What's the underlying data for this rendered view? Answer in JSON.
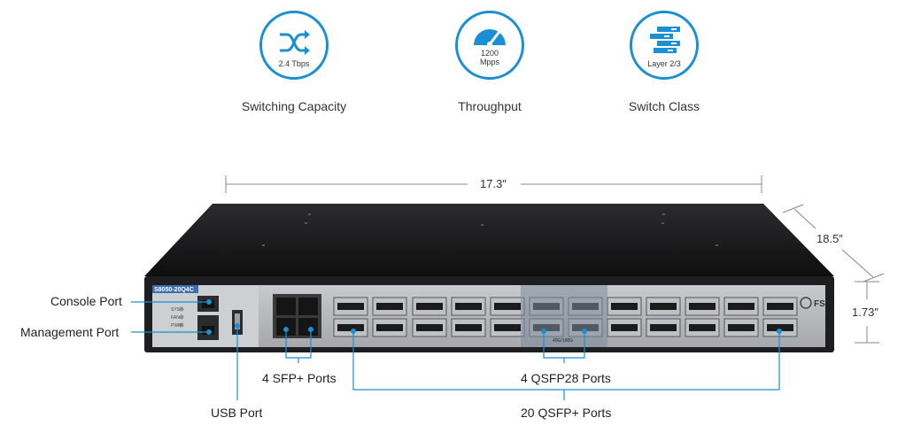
{
  "features": [
    {
      "stat": "2.4 Tbps",
      "label": "Switching Capacity",
      "icon": "shuffle-arrows-icon"
    },
    {
      "stat_line1": "1200",
      "stat_line2": "Mpps",
      "label": "Throughput",
      "icon": "speedometer-icon"
    },
    {
      "stat": "Layer 2/3",
      "label": "Switch Class",
      "icon": "server-stack-icon"
    }
  ],
  "dimensions": {
    "width": "17.3″",
    "depth": "18.5″",
    "height": "1.73″"
  },
  "switch": {
    "model": "S8050-20Q4C",
    "brand": "FS",
    "led_labels": [
      "SYS",
      "FAN",
      "PWR"
    ],
    "port_speed_label": "40G/100G"
  },
  "callouts": {
    "console": "Console Port",
    "management": "Management Port",
    "sfp": "4 SFP+ Ports",
    "usb": "USB Port",
    "qsfp28": "4 QSFP28 Ports",
    "qsfp_plus": "20 QSFP+ Ports"
  },
  "colors": {
    "accent": "#1a8fd6",
    "panel": "#b3b6ba",
    "chassis": "#1c1c1d"
  }
}
